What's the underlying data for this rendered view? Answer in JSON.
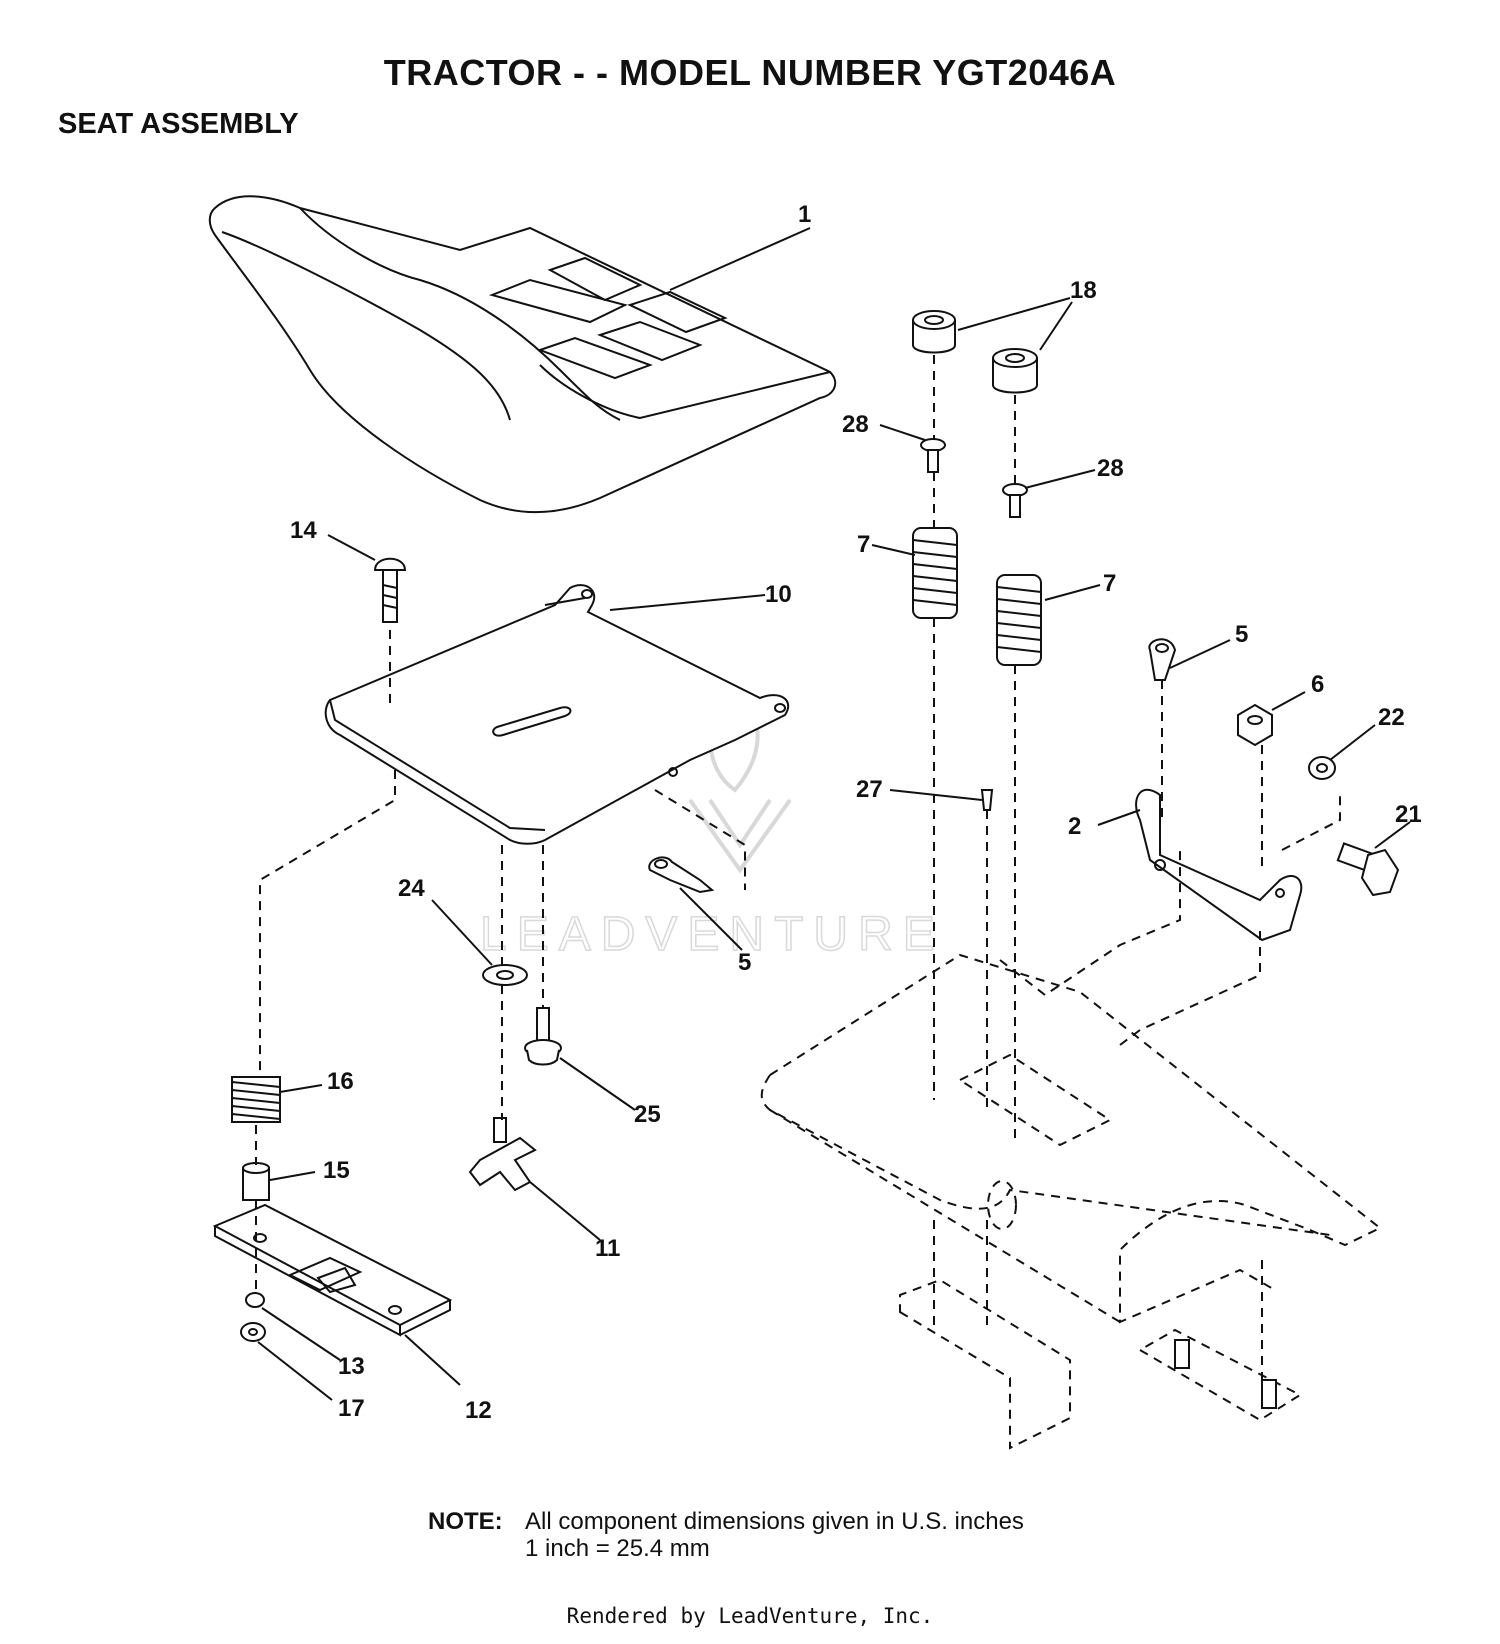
{
  "header": {
    "title": "TRACTOR - - MODEL NUMBER YGT2046A",
    "subtitle": "SEAT ASSEMBLY"
  },
  "callouts": {
    "c1": "1",
    "c18": "18",
    "c28a": "28",
    "c28b": "28",
    "c14": "14",
    "c10": "10",
    "c7a": "7",
    "c7b": "7",
    "c5a": "5",
    "c6": "6",
    "c22": "22",
    "c27": "27",
    "c2": "2",
    "c21": "21",
    "c24": "24",
    "c5b": "5",
    "c25": "25",
    "c16": "16",
    "c15": "15",
    "c11": "11",
    "c13": "13",
    "c12": "12",
    "c17": "17"
  },
  "watermark": "LEADVENTURE",
  "note": {
    "label": "NOTE:",
    "line1": "All component dimensions given in U.S. inches",
    "line2": "1 inch = 25.4 mm"
  },
  "footer": "Rendered by LeadVenture, Inc."
}
